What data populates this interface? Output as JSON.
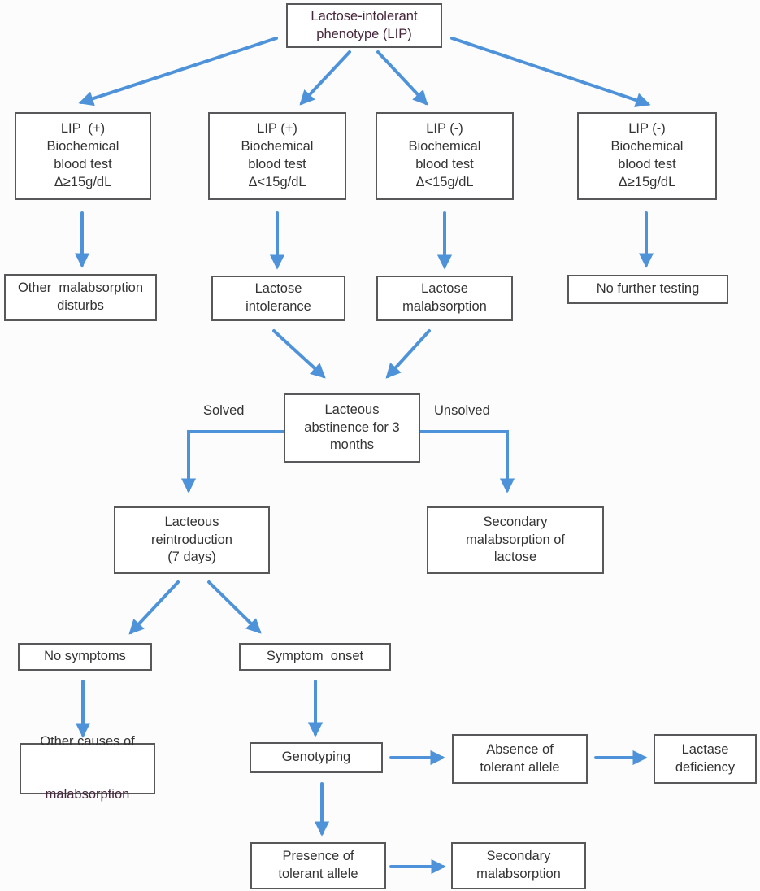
{
  "flowchart": {
    "colors": {
      "arrow": "#4e93d9",
      "box_border": "#58585a",
      "text": "#333333",
      "accent_text": "#46263a",
      "background": "#fcfcfc"
    },
    "nodes": {
      "lip_phenotype": {
        "label": "Lactose-intolerant\nphenotype (LIP)"
      },
      "lip_positive_high_delta": {
        "label": "LIP  (+)\nBiochemical\nblood test\nΔ≥15g/dL"
      },
      "lip_positive_low_delta": {
        "label": "LIP (+)\nBiochemical\nblood test\nΔ<15g/dL"
      },
      "lip_negative_low_delta": {
        "label": "LIP (-)\nBiochemical\nblood test\nΔ<15g/dL"
      },
      "lip_negative_high_delta": {
        "label": "LIP (-)\nBiochemical\nblood test\nΔ≥15g/dL"
      },
      "other_malabsorption_disturbs": {
        "label": "Other  malabsorption\ndisturbs"
      },
      "lactose_intolerance": {
        "label": "Lactose\nintolerance"
      },
      "lactose_malabsorption": {
        "label": "Lactose\nmalabsorption"
      },
      "no_further_testing": {
        "label": "No further testing"
      },
      "lacteous_abstinence": {
        "label": "Lacteous\nabstinence for 3\nmonths"
      },
      "lacteous_reintroduction": {
        "label": "Lacteous\nreintroduction\n(7 days)"
      },
      "secondary_malabsorption_of_lactose": {
        "label": "Secondary\nmalabsorption of\nlactose"
      },
      "no_symptoms": {
        "label": "No symptoms"
      },
      "symptom_onset": {
        "label": "Symptom  onset"
      },
      "other_causes_of_malabsorption": {
        "line1": "Other causes of",
        "line2": "malabsorption"
      },
      "genotyping": {
        "label": "Genotyping"
      },
      "absence_tolerant_allele": {
        "label": "Absence of\ntolerant allele"
      },
      "lactase_deficiency": {
        "label": "Lactase\ndeficiency"
      },
      "presence_tolerant_allele": {
        "label": "Presence of\ntolerant allele"
      },
      "secondary_malabsorption": {
        "label": "Secondary\nmalabsorption"
      }
    },
    "edge_labels": {
      "solved": "Solved",
      "unsolved": "Unsolved"
    }
  }
}
